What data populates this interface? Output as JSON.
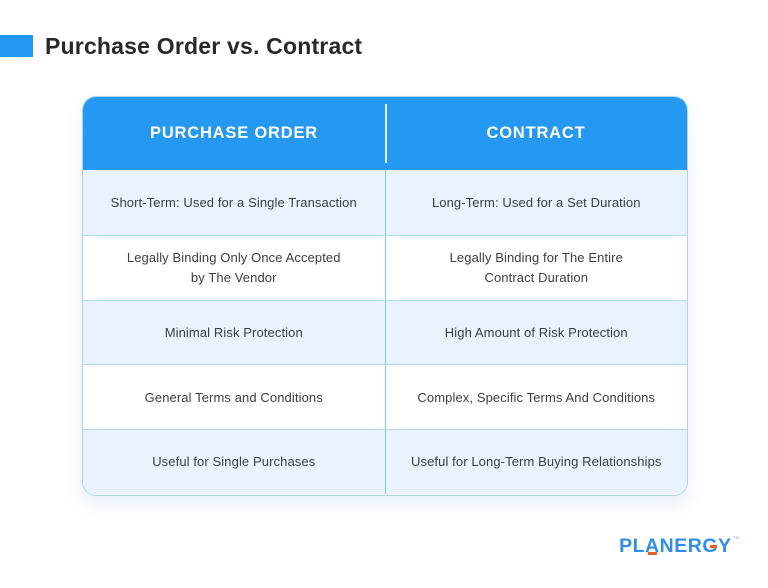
{
  "title": {
    "text": "Purchase Order vs. Contract"
  },
  "table": {
    "header": {
      "columns": [
        "PURCHASE ORDER",
        "CONTRACT"
      ]
    },
    "rows": [
      {
        "purchase_order": "Short-Term: Used for a Single Transaction",
        "contract": "Long-Term: Used for a Set Duration"
      },
      {
        "purchase_order": "Legally Binding Only Once Accepted\nby The Vendor",
        "contract": "Legally Binding for The Entire\nContract Duration"
      },
      {
        "purchase_order": "Minimal Risk Protection",
        "contract": "High Amount of Risk Protection"
      },
      {
        "purchase_order": "General Terms and Conditions",
        "contract": "Complex, Specific Terms And Conditions"
      },
      {
        "purchase_order": "Useful for Single Purchases",
        "contract": "Useful for Long-Term Buying Relationships"
      }
    ]
  },
  "footer": {
    "logo_parts": [
      "PL",
      "A",
      "NER",
      "G",
      "Y"
    ],
    "trademark": "™"
  },
  "colors": {
    "accent_blue": "#2598f2",
    "row_alt_bg": "#e9f3fd",
    "row_bg": "#ffffff",
    "outer_border": "#a9d4f6",
    "row_border": "#b0d8f8",
    "column_divider": "#84c3f3",
    "header_text": "#ffffff",
    "body_text": "#3b3e44",
    "title_text": "#26292e",
    "logo_blue": "#2e8fe9",
    "logo_orange": "#f15a2b"
  },
  "chart_data": {
    "type": "table",
    "title": "Purchase Order vs. Contract",
    "columns": [
      "PURCHASE ORDER",
      "CONTRACT"
    ],
    "rows": [
      [
        "Short-Term: Used for a Single Transaction",
        "Long-Term: Used for a Set Duration"
      ],
      [
        "Legally Binding Only Once Accepted by The Vendor",
        "Legally Binding for The Entire Contract Duration"
      ],
      [
        "Minimal Risk Protection",
        "High Amount of Risk Protection"
      ],
      [
        "General Terms and Conditions",
        "Complex, Specific Terms And Conditions"
      ],
      [
        "Useful for Single Purchases",
        "Useful for Long-Term Buying Relationships"
      ]
    ],
    "legend_position": "none",
    "grid": true
  }
}
